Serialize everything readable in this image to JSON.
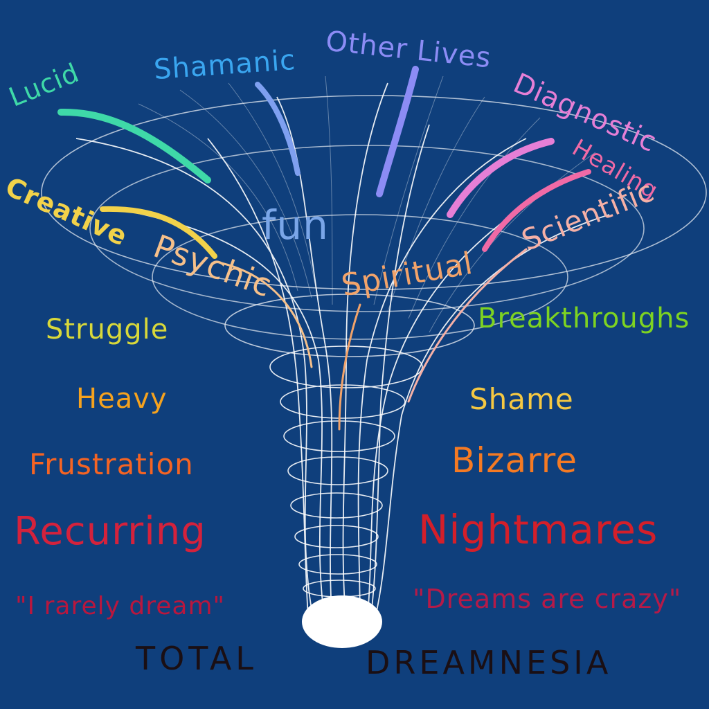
{
  "labels": {
    "lucid": "Lucid",
    "shamanic": "Shamanic",
    "other_lives": "Other Lives",
    "diagnostic": "Diagnostic",
    "healing": "Healing",
    "creative": "Creative",
    "fun": "fun",
    "psychic": "Psychic",
    "spiritual": "Spiritual",
    "scientific": "Scientific",
    "breakthroughs": "Breakthroughs",
    "struggle": "Struggle",
    "heavy": "Heavy",
    "frustration": "Frustration",
    "recurring": "Recurring",
    "rarely_dream": "\"I rarely dream\"",
    "shame": "Shame",
    "bizarre": "Bizarre",
    "nightmares": "Nightmares",
    "dreams_crazy": "\"Dreams are crazy\"",
    "total": "TOTAL",
    "dreamnesia": "DREAMNESIA"
  },
  "colors": {
    "background": "#0f3f7c",
    "funnel": "#ffffff",
    "lucid": "#3fd9a8",
    "shamanic": "#3aa6f0",
    "other_lives": "#8c8cf5",
    "diagnostic": "#e67fd6",
    "healing": "#f06aa6",
    "creative": "#f2d24a",
    "fun": "#7aa6e8",
    "psychic": "#f6c08a",
    "spiritual": "#f2a36a",
    "scientific": "#f5b0a6",
    "breakthroughs": "#7ed321",
    "struggle": "#d8d83a",
    "heavy": "#f5a21e",
    "frustration": "#f56423",
    "recurring": "#d4223c",
    "rarely_dream": "#b8173e",
    "shame": "#f5c842",
    "bizarre": "#f57a23",
    "nightmares": "#d41f2a",
    "dreams_crazy": "#b51a48",
    "total": "#1a0f14",
    "dreamnesia": "#1a0f14"
  }
}
